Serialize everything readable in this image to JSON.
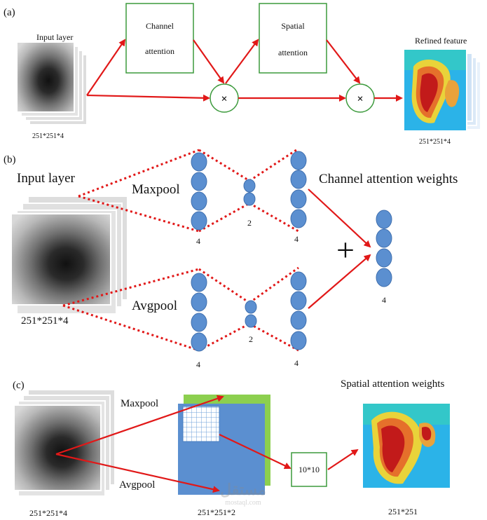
{
  "panels": {
    "a": {
      "label": "(a)",
      "input_label": "Input layer",
      "input_size": "251*251*4",
      "channel_box_line1": "Channel",
      "channel_box_line2": "attention",
      "spatial_box_line1": "Spatial",
      "spatial_box_line2": "attention",
      "multiply_symbol": "×",
      "output_label": "Refined feature",
      "output_size": "251*251*4"
    },
    "b": {
      "label": "(b)",
      "input_label": "Input layer",
      "input_size": "251*251*4",
      "maxpool_label": "Maxpool",
      "avgpool_label": "Avgpool",
      "output_label": "Channel attention weights",
      "plus_symbol": "+",
      "maxpool_counts": [
        "4",
        "2",
        "4"
      ],
      "avgpool_counts": [
        "4",
        "2",
        "4"
      ],
      "output_count": "4"
    },
    "c": {
      "label": "(c)",
      "input_size": "251*251*4",
      "maxpool_label": "Maxpool",
      "avgpool_label": "Avgpool",
      "pooled_size": "251*251*2",
      "conv_box_label": "10*10",
      "output_label": "Spatial attention weights",
      "output_size": "251*251"
    }
  },
  "watermark": {
    "text_arabic": "مستقل",
    "text_latin": "mostaql.com"
  },
  "colors": {
    "arrow": "#e11818",
    "node": "#5b8fd0",
    "box_border": "#3c9a3c",
    "map_green": "#8ccf4f",
    "map_blue": "#5b8fd0"
  }
}
